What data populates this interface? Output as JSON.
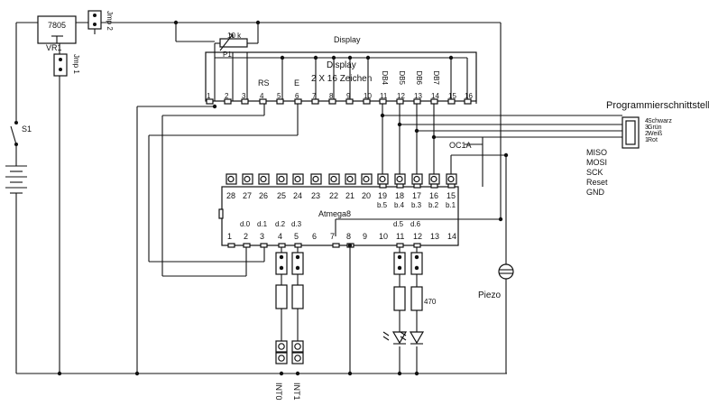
{
  "regulator": {
    "label": "7805"
  },
  "vr1": {
    "label": "VR1"
  },
  "jumper2": {
    "label": "Jmp 2"
  },
  "jumper1": {
    "label": "Jmp 1"
  },
  "switch": {
    "label": "S1"
  },
  "potentiometer": {
    "value": "10 k",
    "label": "P1"
  },
  "display": {
    "outer_label": "Display",
    "inner_label": "Display",
    "subtitle": "2 X 16 Zeichen",
    "pin_numbers": [
      "1",
      "2",
      "3",
      "4",
      "5",
      "6",
      "7",
      "8",
      "9",
      "10",
      "11",
      "12",
      "13",
      "14",
      "15",
      "16"
    ],
    "signal_labels": {
      "rs": "RS",
      "e": "E",
      "db4": "DB4",
      "db5": "DB5",
      "db6": "DB6",
      "db7": "DB7"
    }
  },
  "programmer": {
    "title": "Programmierschnittstelle",
    "wire_colors": [
      "Schwarz",
      "Grün",
      "Weiß",
      "Rot"
    ],
    "pin_numbers": [
      "4",
      "3",
      "2",
      "1"
    ],
    "signals": [
      "MISO",
      "MOSI",
      "SCK",
      "Reset",
      "GND"
    ]
  },
  "mcu": {
    "label": "Atmega8",
    "top_pins": [
      "28",
      "27",
      "26",
      "25",
      "24",
      "23",
      "22",
      "21",
      "20",
      "19",
      "18",
      "17",
      "16",
      "15"
    ],
    "bottom_pins": [
      "1",
      "2",
      "3",
      "4",
      "5",
      "6",
      "7",
      "8",
      "9",
      "10",
      "11",
      "12",
      "13",
      "14"
    ],
    "top_port_labels": [
      "b.5",
      "b.4",
      "b.3",
      "b.2",
      "b.1"
    ],
    "bottom_port_labels": [
      "d.0",
      "d.1",
      "d.2",
      "d.3",
      "d.5",
      "d.6"
    ]
  },
  "oc1a": {
    "label": "OC1A"
  },
  "piezo": {
    "label": "Piezo"
  },
  "led_resistor": {
    "value": "470"
  },
  "int_labels": [
    "INT0",
    "INT1"
  ]
}
